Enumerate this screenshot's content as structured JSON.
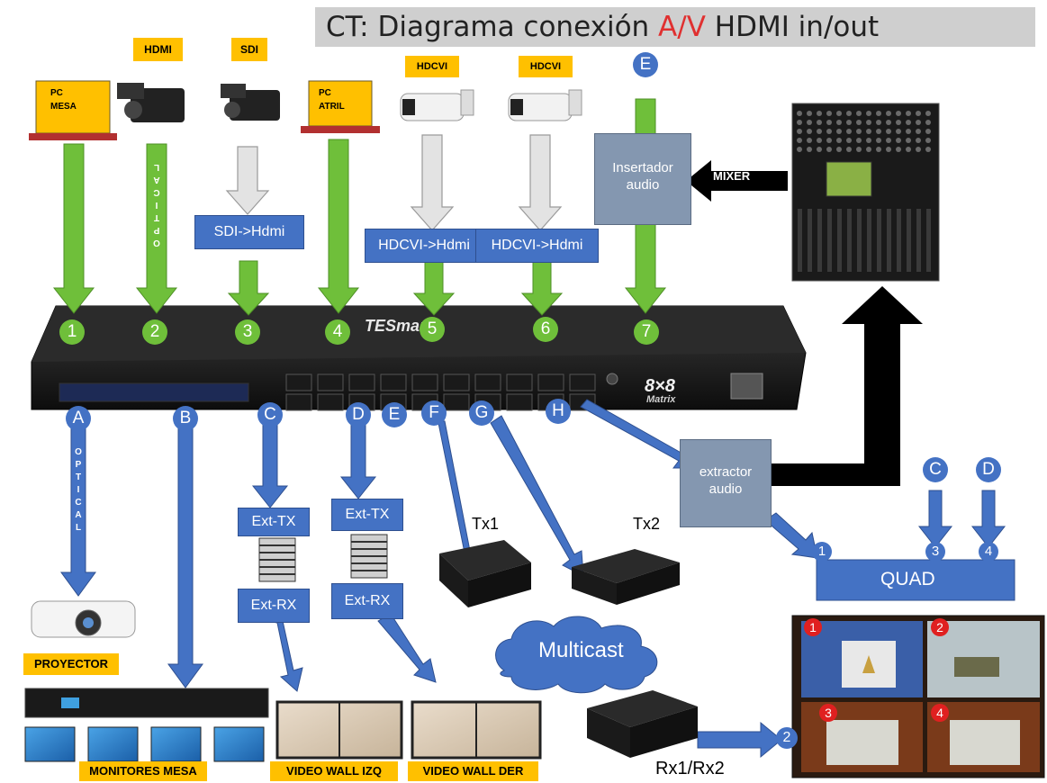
{
  "title": {
    "prefix": "CT: Diagrama conexión ",
    "accent": "A/V",
    "suffix": " HDMI in/out"
  },
  "sources": {
    "pc_mesa": {
      "line1": "PC",
      "line2": "MESA"
    },
    "hdmi": "HDMI",
    "sdi": "SDI",
    "pc_atril": {
      "line1": "PC",
      "line2": "ATRIL"
    },
    "hdcvi1": "HDCVI",
    "hdcvi2": "HDCVI"
  },
  "converters": {
    "sdi": "SDI->Hdmi",
    "hdcvi1": "HDCVI->Hdmi",
    "hdcvi2": "HDCVI->Hdmi"
  },
  "optical_letters": [
    "O",
    "P",
    "T",
    "I",
    "C",
    "A",
    "L"
  ],
  "audio": {
    "inserter_line1": "Insertador",
    "inserter_line2": "audio",
    "mixer_label": "MIXER",
    "extractor_line1": "extractor",
    "extractor_line2": "audio"
  },
  "matrix": {
    "brand": "TESmart",
    "model_line1": "8×8",
    "model_line2": "Matrix"
  },
  "inputs": [
    "1",
    "2",
    "3",
    "4",
    "5",
    "6",
    "7"
  ],
  "top_letter": "E",
  "outputs": [
    "A",
    "B",
    "C",
    "D",
    "E",
    "F",
    "G",
    "H"
  ],
  "extenders": {
    "tx": "Ext-TX",
    "rx": "Ext-RX"
  },
  "network": {
    "tx1": "Tx1",
    "tx2": "Tx2",
    "multicast": "Multicast",
    "rx": "Rx1/Rx2"
  },
  "quad": {
    "label": "QUAD",
    "inputs": [
      "1",
      "3",
      "4"
    ],
    "letters": [
      "C",
      "D"
    ],
    "rx_input": "2",
    "tiles": [
      "1",
      "2",
      "3",
      "4"
    ]
  },
  "destinations": {
    "projector": "PROYECTOR",
    "monitors": "MONITORES MESA",
    "vw_izq": "VIDEO WALL IZQ",
    "vw_der": "VIDEO WALL DER"
  },
  "colors": {
    "green": "#6fbf3a",
    "blue": "#4472c4",
    "gray_arrow": "#d9d9d9",
    "yellow": "#ffc000",
    "gray_box": "#8497b0",
    "red": "#e02020"
  }
}
